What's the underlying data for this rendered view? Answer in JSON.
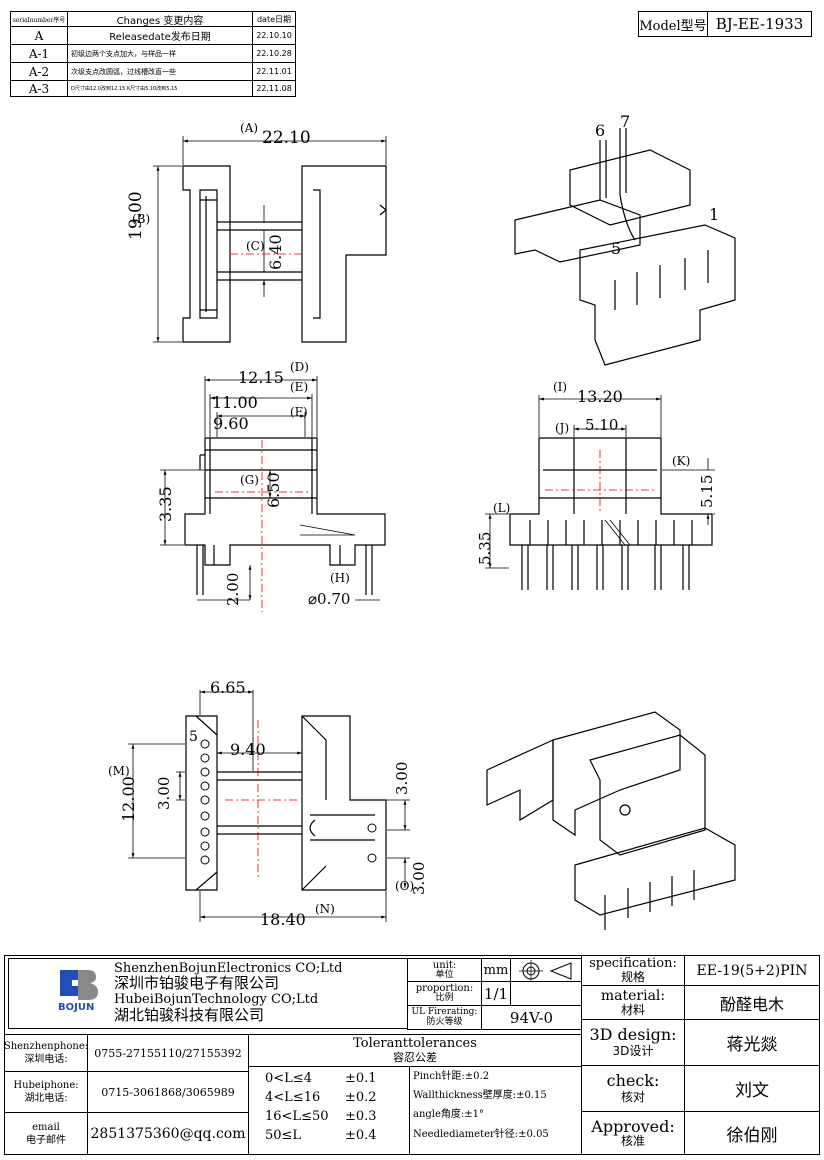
{
  "revision_table": {
    "headers": [
      "serialnumber序号",
      "Changes 变更内容",
      "date日期"
    ],
    "rows": [
      {
        "serial": "A",
        "change": "Releasedate发布日期",
        "date": "22.10.10"
      },
      {
        "serial": "A-1",
        "change": "初级边两个支点加大，与样品一样",
        "date": "22.10.28"
      },
      {
        "serial": "A-2",
        "change": "次级支点改圆弧，过线槽改直一些",
        "date": "22.11.01"
      },
      {
        "serial": "A-3",
        "change": "D尺寸由12.0改到12.15 K尺寸由5.10改到5.15",
        "date": "22.11.08"
      }
    ]
  },
  "model": {
    "label": "Model型号",
    "value": "BJ-EE-1933"
  },
  "dimensions": {
    "A": "(A)",
    "A_val": "22.10",
    "B": "(B)",
    "B_val": "19.00",
    "C": "(C)",
    "C_val": "6.40",
    "D": "(D)",
    "D_val": "12.15",
    "E": "(E)",
    "E_val": "11.00",
    "F": "(F)",
    "F_val": "9.60",
    "G": "(G)",
    "G_val": "6.50",
    "H": "(H)",
    "H_val": "⌀0.70",
    "I": "(I)",
    "I_val": "13.20",
    "J": "(J)",
    "J_val": "5.10",
    "K": "(K)",
    "K_val": "5.15",
    "L": "(L)",
    "L_val": "5.35",
    "M": "(M)",
    "M_val": "12.00",
    "N": "(N)",
    "N_val": "18.40",
    "O": "(O)",
    "O_val": "3.00",
    "side_335": "3.35",
    "pin_200": "2.00",
    "v665": "6.65",
    "v940": "9.40",
    "v300a": "3.00",
    "v300b": "3.00"
  },
  "pin_labels": {
    "p1": "1",
    "p5": "5",
    "p6": "6",
    "p7": "7",
    "bottom5": "5"
  },
  "company": {
    "name_en_1": "ShenzhenBojunElectronics CO;Ltd",
    "name_cn_1": "深圳市铂骏电子有限公司",
    "name_en_2": "HubeiBojunTechnology CO;Ltd",
    "name_cn_2": "湖北铂骏科技有限公司",
    "logo_text": "BOJUN"
  },
  "title_block": {
    "unit_label": "unit:",
    "unit_label_cn": "单位",
    "unit_value": "mm",
    "proportion_label": "proportion:",
    "proportion_label_cn": "比例",
    "proportion_value": "1/1",
    "fire_label": "UL Firerating:",
    "fire_label_cn": "防火等级",
    "fire_value": "94V-0",
    "spec_label": "specification:",
    "spec_label_cn": "规格",
    "spec_value": "EE-19(5+2)PIN",
    "material_label": "material:",
    "material_label_cn": "材料",
    "material_value": "酚醛电木",
    "design_label": "3D design:",
    "design_label_cn": "3D设计",
    "design_value": "蒋光燚",
    "check_label": "check:",
    "check_label_cn": "核对",
    "check_value": "刘文",
    "approved_label": "Approved:",
    "approved_label_cn": "核准",
    "approved_value": "徐伯刚"
  },
  "contacts": {
    "shenzhen_label": "Shenzhenphone:",
    "shenzhen_label_cn": "深圳电话:",
    "shenzhen_value": "0755-27155110/27155392",
    "hubei_label": "Hubeiphone:",
    "hubei_label_cn": "湖北电话:",
    "hubei_value": "0715-3061868/3065989",
    "email_label": "email",
    "email_label_cn": "电子邮件",
    "email_value": "2851375360@qq.com"
  },
  "tolerances": {
    "title": "Toleranttolerances",
    "title_cn": "容忍公差",
    "ranges": [
      {
        "range": "0<L≤4",
        "tol": "±0.1"
      },
      {
        "range": "4<L≤16",
        "tol": "±0.2"
      },
      {
        "range": "16<L≤50",
        "tol": "±0.3"
      },
      {
        "range": "50≤L",
        "tol": "±0.4"
      }
    ],
    "notes": [
      "Pinch针距:±0.2",
      "Wallthickness壁厚度:±0.15",
      "angle角度:±1°",
      "Needlediameter针径:±0.05"
    ]
  }
}
